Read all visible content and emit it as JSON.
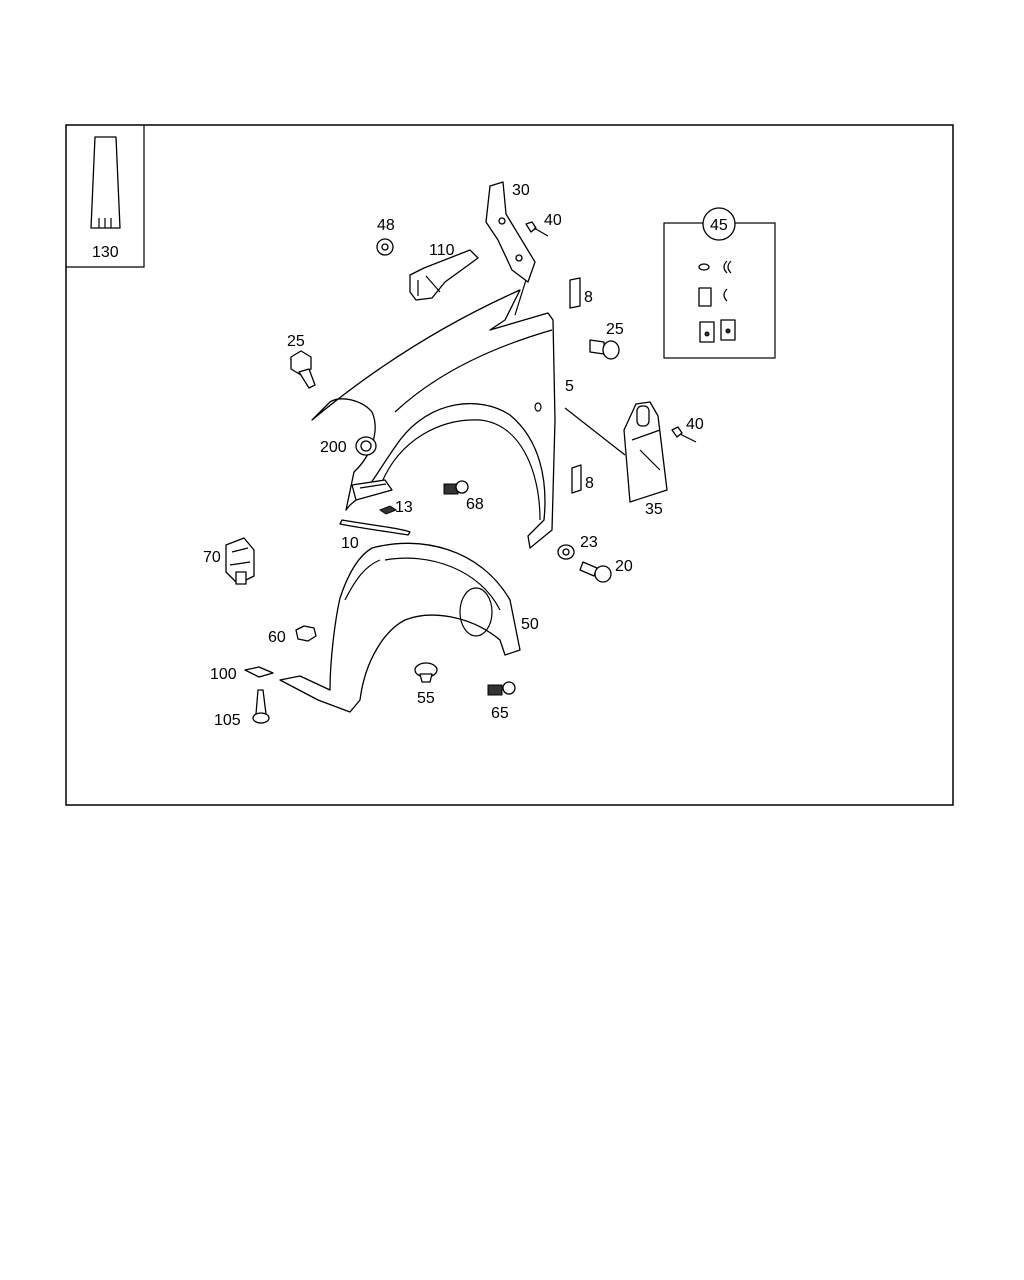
{
  "callouts": {
    "p130": "130",
    "p30": "30",
    "p40a": "40",
    "p48": "48",
    "p110": "110",
    "p45": "45",
    "p8a": "8",
    "p25a": "25",
    "p25b": "25",
    "p5": "5",
    "p40b": "40",
    "p200": "200",
    "p8b": "8",
    "p68": "68",
    "p35": "35",
    "p13": "13",
    "p10": "10",
    "p23": "23",
    "p20": "20",
    "p70": "70",
    "p50": "50",
    "p60": "60",
    "p100": "100",
    "p55": "55",
    "p65": "65",
    "p105": "105"
  }
}
